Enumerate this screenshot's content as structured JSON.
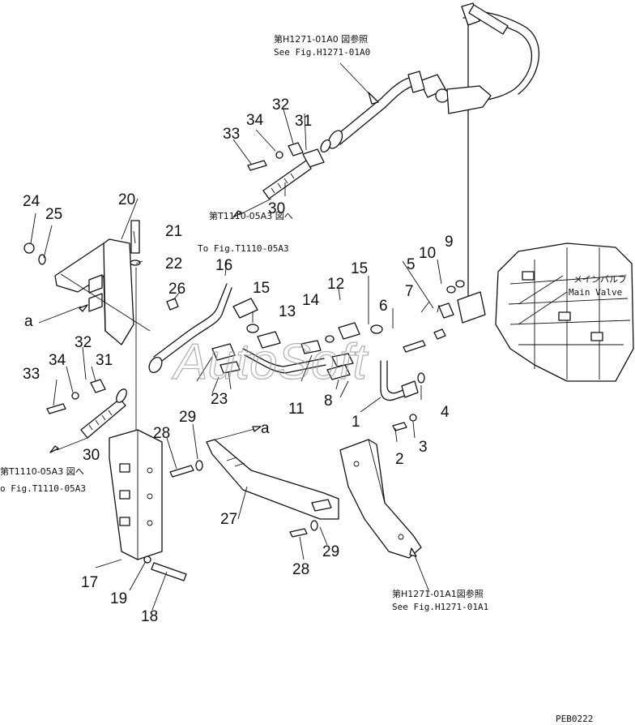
{
  "references": {
    "top_jp": "第H1271-01A0 図参照",
    "top_en": "See Fig.H1271-01A0",
    "mid_jp": "第T1110-05A3 図へ",
    "mid_en": "To Fig.T1110-05A3",
    "left_jp": "第T1110-05A3 図へ",
    "left_en": "o Fig.T1110-05A3",
    "bottom_jp": "第H1271-01A1図参照",
    "bottom_en": "See Fig.H1271-01A1"
  },
  "main_valve": {
    "jp": "メインバルブ",
    "en": "Main Valve"
  },
  "view_marker": "a",
  "part_numbers": [
    "1",
    "2",
    "3",
    "4",
    "5",
    "6",
    "7",
    "8",
    "9",
    "10",
    "11",
    "12",
    "13",
    "14",
    "15",
    "16",
    "17",
    "18",
    "19",
    "20",
    "21",
    "22",
    "23",
    "24",
    "25",
    "26",
    "27",
    "28",
    "29",
    "30",
    "31",
    "32",
    "33",
    "34"
  ],
  "watermark": "AutoSoft",
  "drawing_code": "PEB0222"
}
